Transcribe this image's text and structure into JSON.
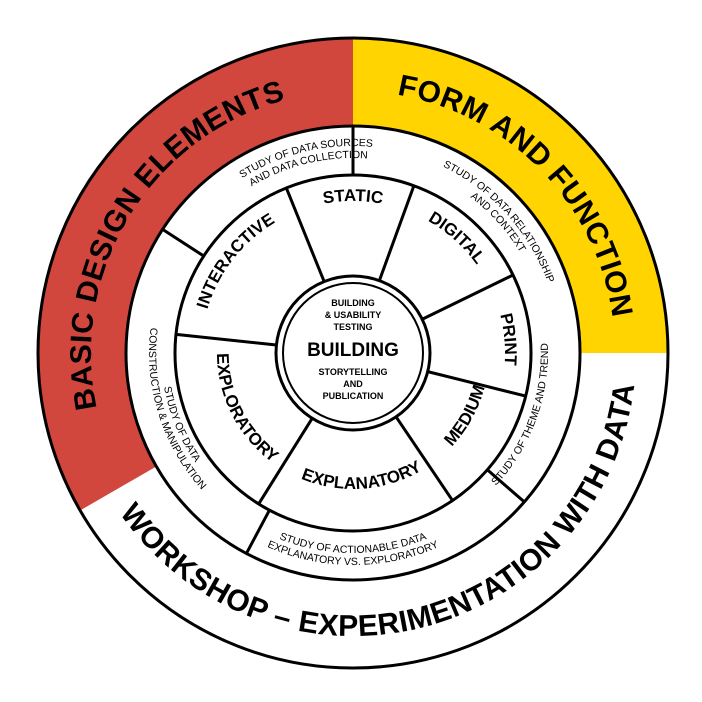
{
  "outer_ring": [
    {
      "label": "BASIC DESIGN ELEMENTS",
      "color": "#D1473E"
    },
    {
      "label": "FORM AND FUNCTION",
      "color": "#FFD400"
    },
    {
      "label": "WORKSHOP – EXPERIMENTATION WITH DATA",
      "color": "#FFFFFF"
    }
  ],
  "study_ring": [
    {
      "lines": [
        "STUDY OF DATA SOURCES",
        "AND DATA COLLECTION"
      ]
    },
    {
      "lines": [
        "STUDY OF DATA RELATIONSHIP",
        "AND CONTEXT"
      ]
    },
    {
      "lines": [
        "STUDY OF THEME AND TREND"
      ]
    },
    {
      "lines": [
        "STUDY OF ACTIONABLE DATA",
        "EXPLANATORY VS. EXPLORATORY"
      ]
    },
    {
      "lines": [
        "STUDY OF DATA",
        "CONSTRUCTION & MANIPULATION"
      ]
    }
  ],
  "category_ring": [
    {
      "label": "STATIC"
    },
    {
      "label": "DIGITAL"
    },
    {
      "label": "PRINT"
    },
    {
      "label": "MEDIUM"
    },
    {
      "label": "EXPLANATORY"
    },
    {
      "label": "EXPLORATORY"
    },
    {
      "label": "INTERACTIVE"
    }
  ],
  "hub": {
    "top_lines": [
      "BUILDING",
      "& USABILITY",
      "TESTING"
    ],
    "title": "BUILDING",
    "bottom_lines": [
      "STORYTELLING",
      "AND",
      "PUBLICATION"
    ]
  },
  "colors": {
    "red": "#D1473E",
    "yellow": "#FFD400",
    "line": "#000000",
    "background": "#FFFFFF"
  }
}
